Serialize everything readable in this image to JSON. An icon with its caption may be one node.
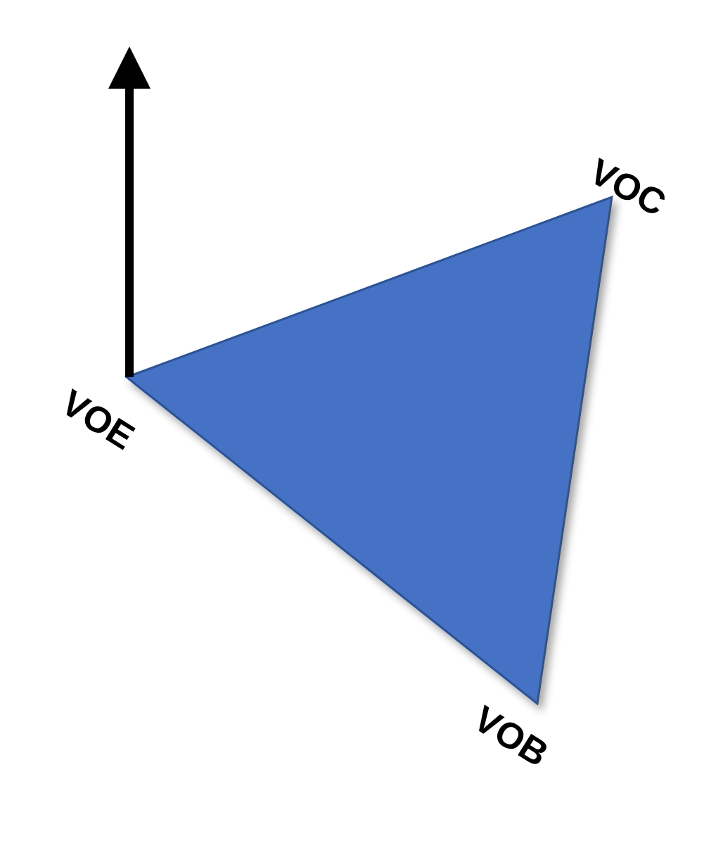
{
  "diagram": {
    "labels": [
      "VOC",
      "VOE",
      "VOB"
    ]
  }
}
